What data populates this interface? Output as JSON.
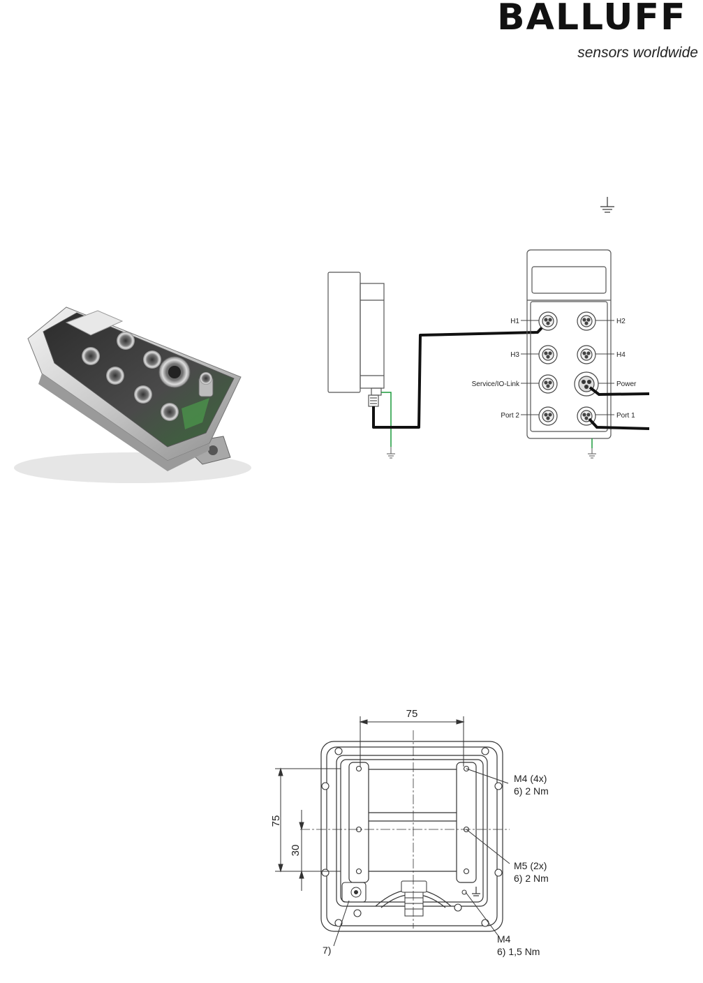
{
  "header": {
    "brand": "BALLUFF",
    "tagline": "sensors worldwide"
  },
  "wiring_diagram": {
    "ports": {
      "h1": "H1",
      "h2": "H2",
      "h3": "H3",
      "h4": "H4",
      "service": "Service/IO-Link",
      "power": "Power",
      "port2": "Port 2",
      "port1": "Port 1"
    },
    "ground_symbol": "earth-ground-icon",
    "shield_color": "#1a9a3a"
  },
  "dimension_drawing": {
    "width_dim": "75",
    "height_dim": "75",
    "offset_dim": "30",
    "callouts": {
      "m4_main": "M4 (4x)",
      "m4_main_torque": "6)  2 Nm",
      "m5": "M5 (2x)",
      "m5_torque": "6)  2 Nm",
      "m4_ground": "M4",
      "m4_ground_torque": "6)  1,5 Nm",
      "note7": "7)"
    }
  }
}
